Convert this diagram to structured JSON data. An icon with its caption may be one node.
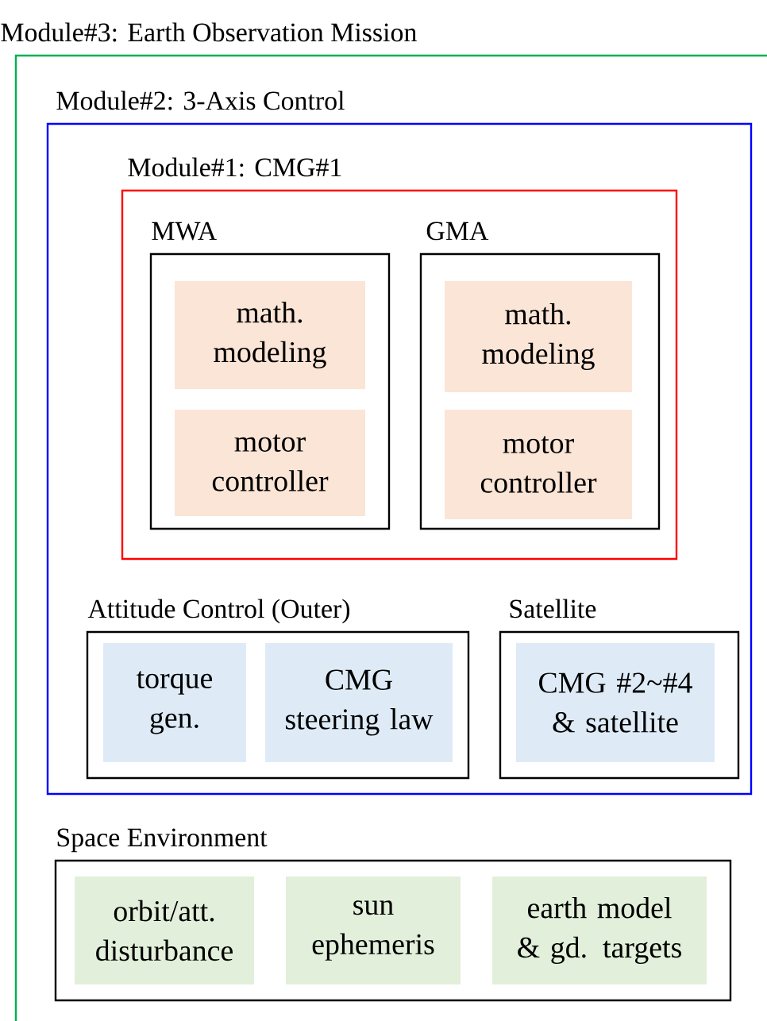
{
  "diagram": {
    "nodes": [
      {
        "text": [
          "Module#3: Earth Observation Mission"
        ]
      },
      {
        "text": [
          "Module#2: 3-Axis Control"
        ],
        "in": 0
      },
      {
        "text": [
          "Module#1: CMG#1"
        ],
        "in": 1
      },
      {
        "text": [
          "MWA"
        ],
        "in": 2
      },
      {
        "text": [
          "math. modeling"
        ],
        "in": 3
      },
      {
        "text": [
          "motor controller"
        ],
        "in": 3
      },
      {
        "text": [
          "GMA"
        ],
        "in": 2
      },
      {
        "text": [
          "math. modeling"
        ],
        "in": 6
      },
      {
        "text": [
          "motor controller"
        ],
        "in": 6
      },
      {
        "text": [
          "Attitude Control (Outer)"
        ],
        "in": 1
      },
      {
        "text": [
          "torque gen."
        ],
        "in": 9
      },
      {
        "text": [
          "CMG steering law"
        ],
        "in": 9
      },
      {
        "text": [
          "Satellite"
        ],
        "in": 1
      },
      {
        "text": [
          "CMG #2~#4 & satellite"
        ],
        "in": 12
      },
      {
        "text": [
          "Space Environment"
        ],
        "in": 0
      },
      {
        "text": [
          "orbit/att. disturbance"
        ],
        "in": 14
      },
      {
        "text": [
          "sun ephemeris"
        ],
        "in": 14
      },
      {
        "text": [
          "earth model & gd. targets"
        ],
        "in": 14
      }
    ]
  }
}
